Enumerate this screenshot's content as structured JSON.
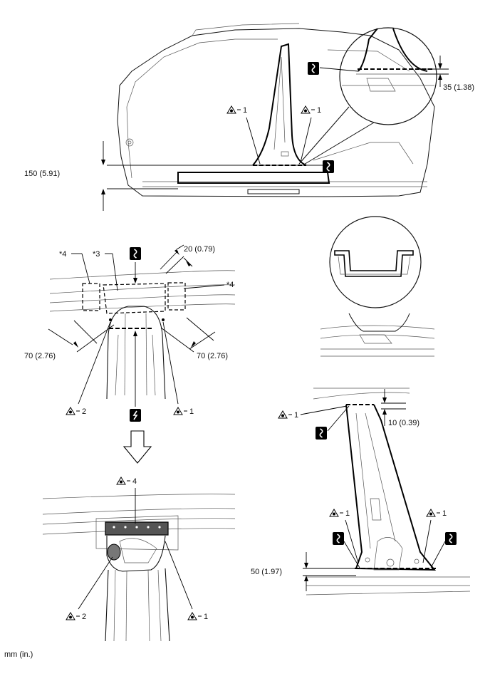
{
  "dimensions": {
    "sill_height": "150 (5.91)",
    "cut_offset_top": "35 (1.38)",
    "overlap_width": "20 (0.79)",
    "left_span": "70 (2.76)",
    "right_span": "70 (2.76)",
    "pillar_top_offset": "10 (0.39)",
    "pillar_bottom_offset": "50 (1.97)"
  },
  "labels": {
    "weld_1": "1",
    "weld_2": "2",
    "weld_4": "4",
    "part_3": "*3",
    "part_4": "*4"
  },
  "units": "mm (in.)",
  "icons": {
    "cut_symbol": "cut-icon",
    "weld_symbol": "spot-weld-icon",
    "arrow": "down-arrow-icon"
  }
}
